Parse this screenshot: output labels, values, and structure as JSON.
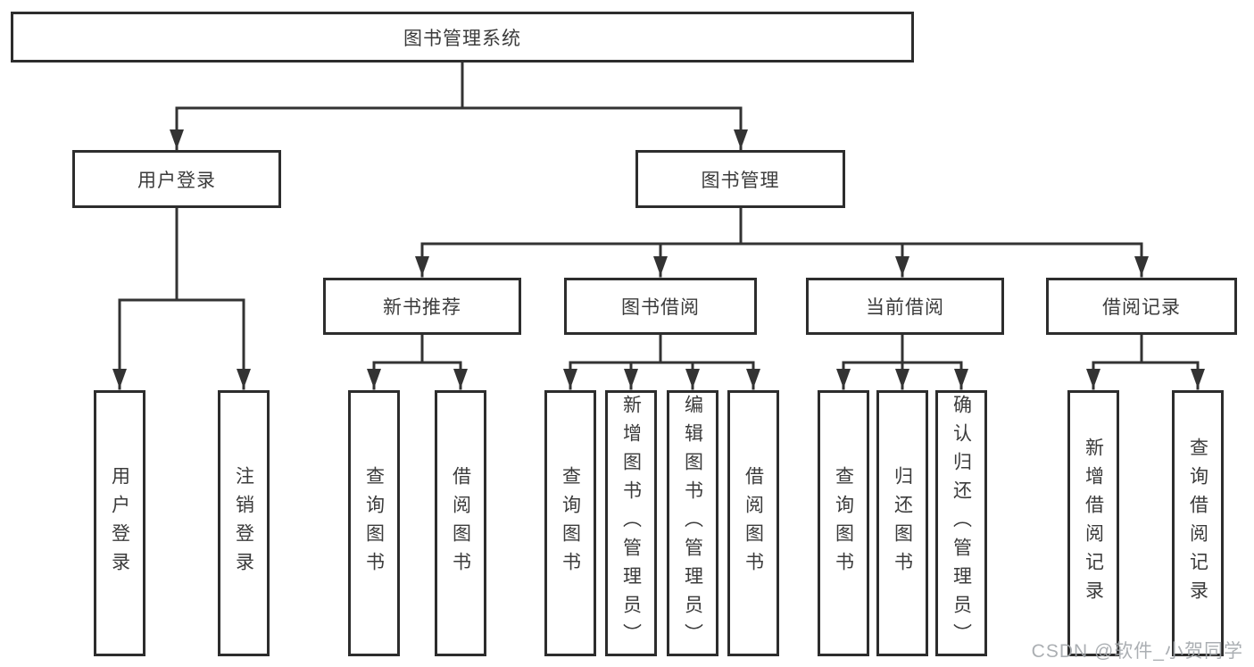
{
  "tree": {
    "label": "图书管理系统",
    "children": [
      {
        "label": "用户登录",
        "children": [
          {
            "label": "用户登录"
          },
          {
            "label": "注销登录"
          }
        ]
      },
      {
        "label": "图书管理",
        "children": [
          {
            "label": "新书推荐",
            "children": [
              {
                "label": "查询图书"
              },
              {
                "label": "借阅图书"
              }
            ]
          },
          {
            "label": "图书借阅",
            "children": [
              {
                "label": "查询图书"
              },
              {
                "label": "新增图书（管理员）"
              },
              {
                "label": "编辑图书（管理员）"
              },
              {
                "label": "借阅图书"
              }
            ]
          },
          {
            "label": "当前借阅",
            "children": [
              {
                "label": "查询图书"
              },
              {
                "label": "归还图书"
              },
              {
                "label": "确认归还（管理员）"
              }
            ]
          },
          {
            "label": "借阅记录",
            "children": [
              {
                "label": "新增借阅记录"
              },
              {
                "label": "查询借阅记录"
              }
            ]
          }
        ]
      }
    ]
  },
  "watermark": {
    "text": "CSDN @软件_小贺同学"
  },
  "colors": {
    "background": "#ffffff",
    "line": "#333333",
    "box_border": "#2d2d2d",
    "text": "#3b3b3b",
    "watermark": "#a3a7ab"
  }
}
